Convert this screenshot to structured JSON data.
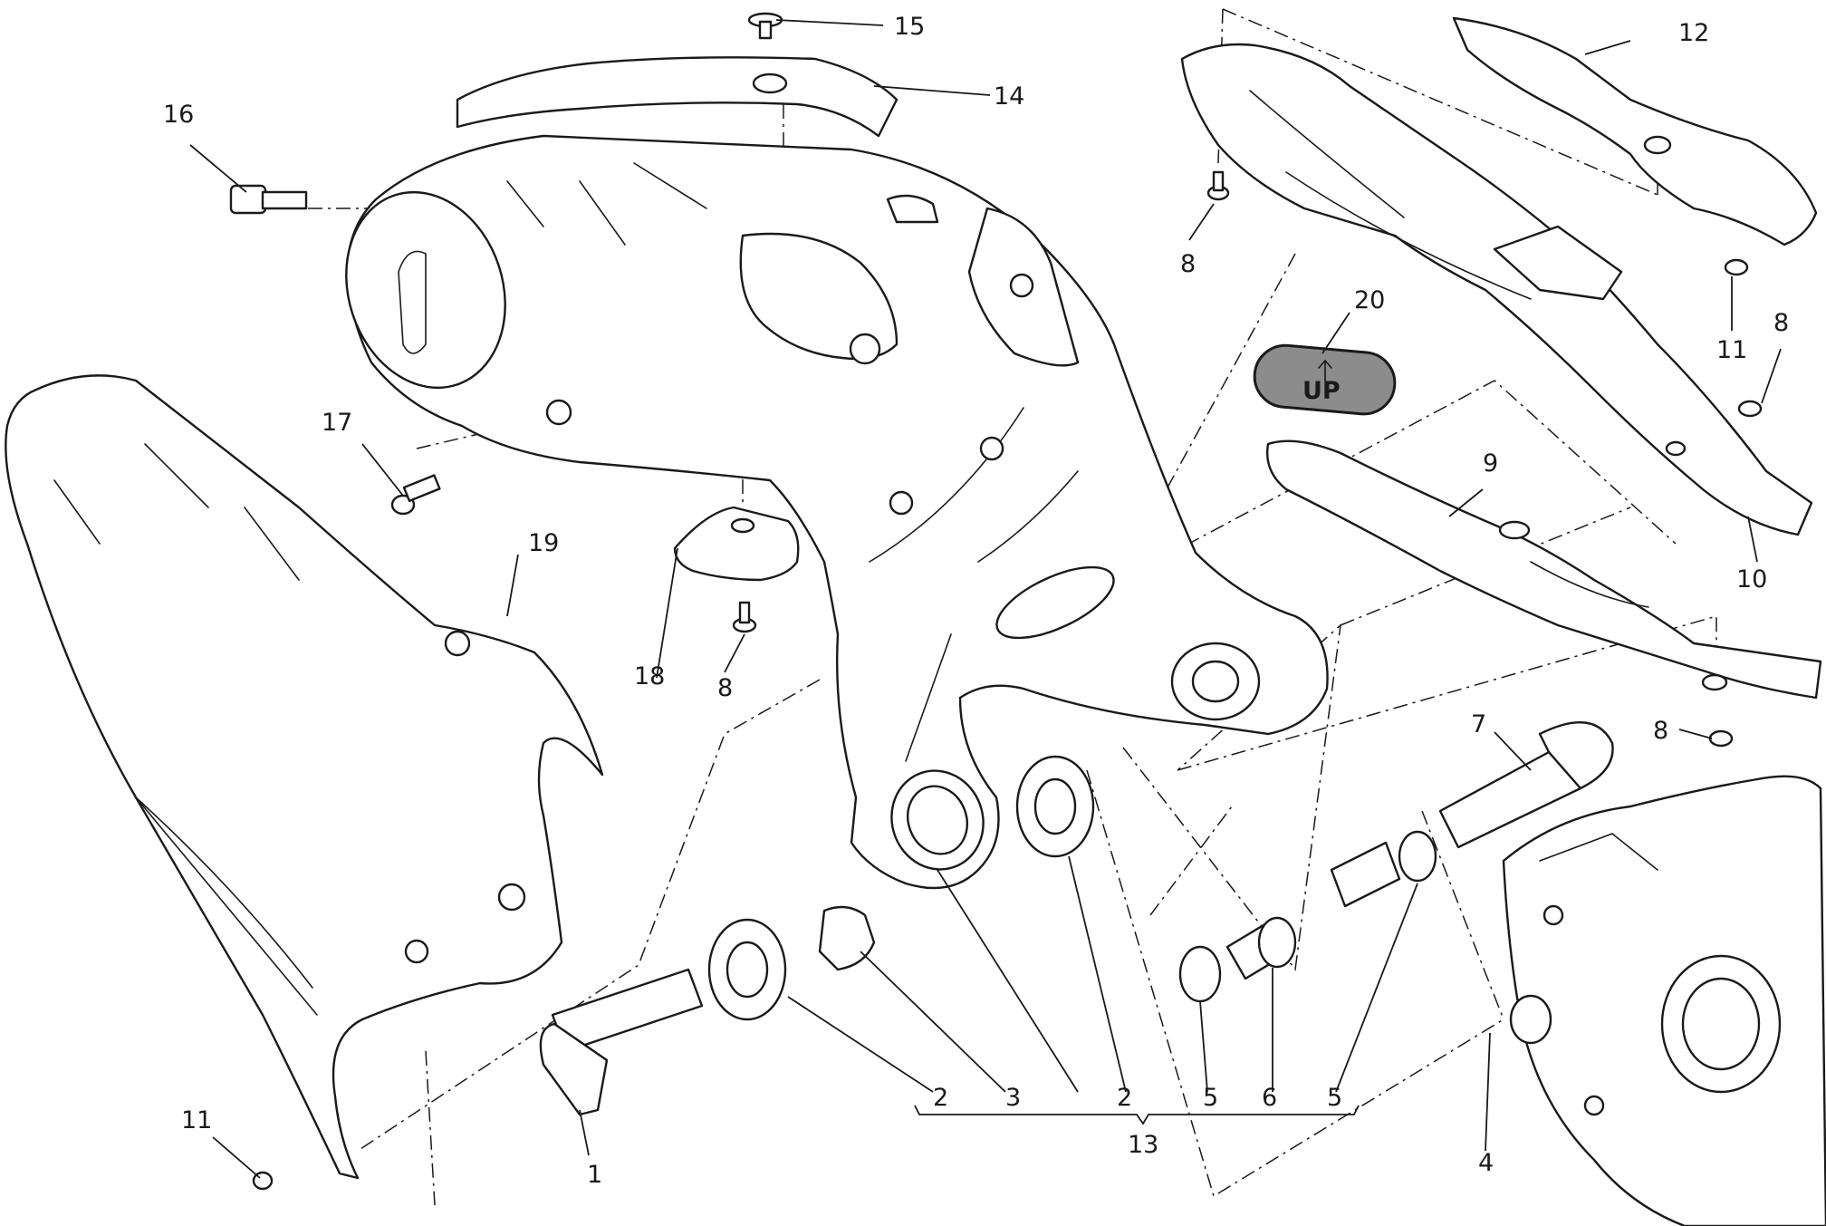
{
  "diagram": {
    "labels": {
      "p1": "1",
      "p2a": "2",
      "p3": "3",
      "p2b": "2",
      "p5a": "5",
      "p6": "6",
      "p5b": "5",
      "p13": "13",
      "p4": "4",
      "p7": "7",
      "p8a": "8",
      "p8b": "8",
      "p8c": "8",
      "p8d": "8",
      "p9": "9",
      "p10": "10",
      "p11a": "11",
      "p11b": "11",
      "p12": "12",
      "p14": "14",
      "p15": "15",
      "p16": "16",
      "p17": "17",
      "p18": "18",
      "p19": "19",
      "p20": "20"
    },
    "badge_text": "UP",
    "colors": {
      "line": "#1a1a1a",
      "badge_fill": "#8c8c8c",
      "background": "#ffffff"
    }
  }
}
